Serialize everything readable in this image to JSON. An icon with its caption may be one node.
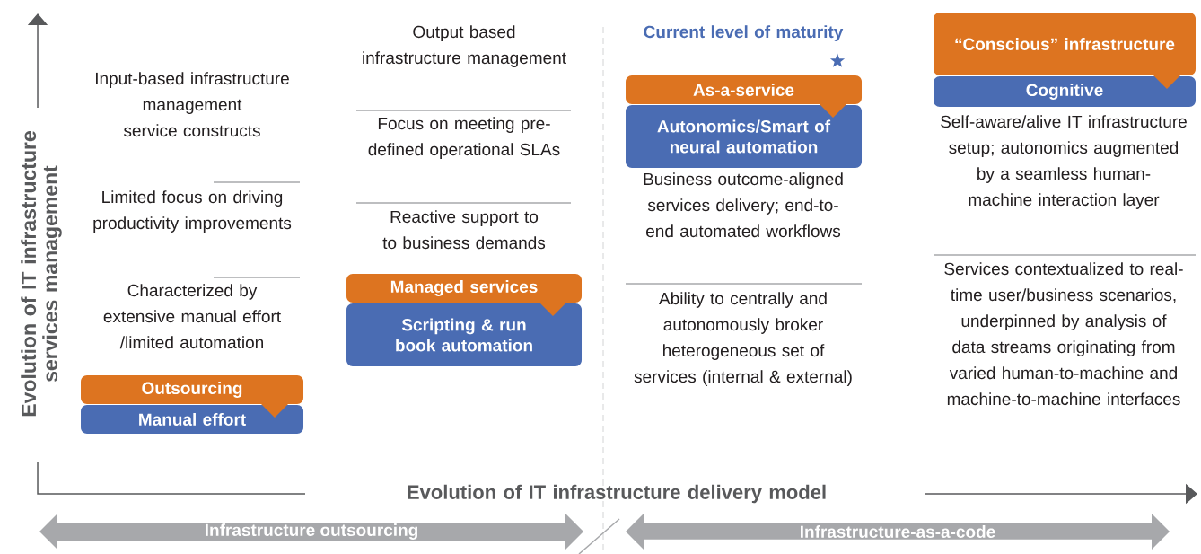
{
  "diagram": {
    "nodes": [
      {
        "text": [
          "Outsourcing"
        ]
      },
      {
        "text": [
          "Manual effort"
        ]
      },
      {
        "text": [
          "Managed services"
        ]
      },
      {
        "text": [
          "Scripting & run book automation"
        ]
      },
      {
        "text": [
          "As-a-service"
        ]
      },
      {
        "text": [
          "Autonomics/Smart of neural automation"
        ]
      },
      {
        "text": [
          "“Conscious” infrastructure"
        ]
      },
      {
        "text": [
          "Cognitive"
        ]
      },
      {
        "text": [
          "Infrastructure outsourcing"
        ]
      },
      {
        "text": [
          "Infrastructure-as-a-code"
        ]
      }
    ],
    "labels": [
      "Evolution of IT infrastructure services management",
      "Input-based infrastructure management service constructs",
      "Limited focus on driving productivity improvements",
      "Characterized by extensive manual effort /limited automation",
      "Output based infrastructure management",
      "Focus on meeting pre-defined operational SLAs",
      "Reactive support to to business demands",
      "Current level of maturity",
      "Business outcome-aligned services delivery; end-to-end automated workflows",
      "Ability to centrally and autonomously broker heterogeneous set of services (internal & external)",
      "Self-aware/alive IT infrastructure setup; autonomics augmented by a seamless human-machine interaction layer",
      "Services contextualized to real-time user/business scenarios, underpinned by analysis of data streams originating from varied human-to-machine and machine-to-machine interfaces",
      "Evolution of IT infrastructure delivery model"
    ]
  }
}
